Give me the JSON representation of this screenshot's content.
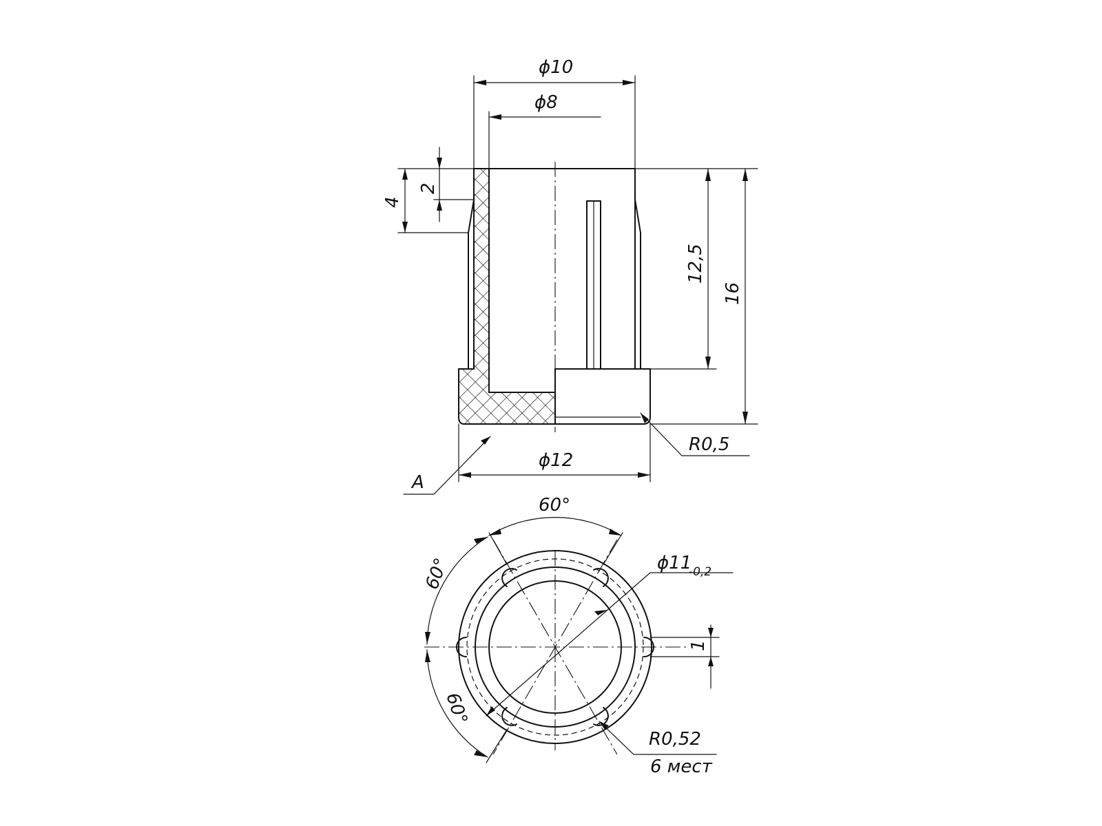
{
  "drawing": {
    "section_view": {
      "outer_diameter_label": "ϕ10",
      "inner_diameter_label": "ϕ8",
      "base_diameter_label": "ϕ12",
      "height_chamfer_label": "2",
      "height_taper_label": "4",
      "inner_depth_label": "12,5",
      "total_height_label": "16",
      "fillet_label": "R0,5",
      "surface_label": "A"
    },
    "top_view": {
      "angle_top_label": "60°",
      "angle_left_upper_label": "60°",
      "angle_left_lower_label": "60°",
      "diameter_label": "ϕ11",
      "diameter_tolerance_label": "-0,2",
      "slot_width_label": "1",
      "notch_radius_label": "R0,52",
      "notch_count_label": "6 мест"
    }
  }
}
